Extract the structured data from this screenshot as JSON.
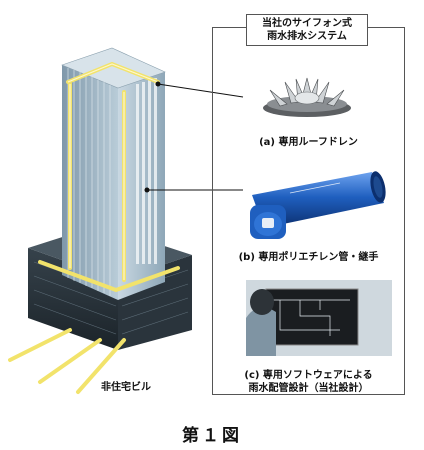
{
  "panel": {
    "title_line1": "当社のサイフォン式",
    "title_line2": "雨水排水システム"
  },
  "items": [
    {
      "caption": "(a) 専用ルーフドレン",
      "icon": "roof-drain-icon"
    },
    {
      "caption": "(b) 専用ポリエチレン管・継手",
      "icon": "polyethylene-pipe-icon"
    },
    {
      "caption_line1": "(c) 専用ソフトウェアによる",
      "caption_line2": "雨水配管設計（当社設計）",
      "icon": "design-software-icon"
    }
  ],
  "building": {
    "label": "非住宅ビル"
  },
  "figure": {
    "label": "第１図"
  },
  "colors": {
    "pipe_yellow": "#f2e36b",
    "pipe_blue": "#1f5fbf",
    "building_glass": "#9fb9c9"
  }
}
